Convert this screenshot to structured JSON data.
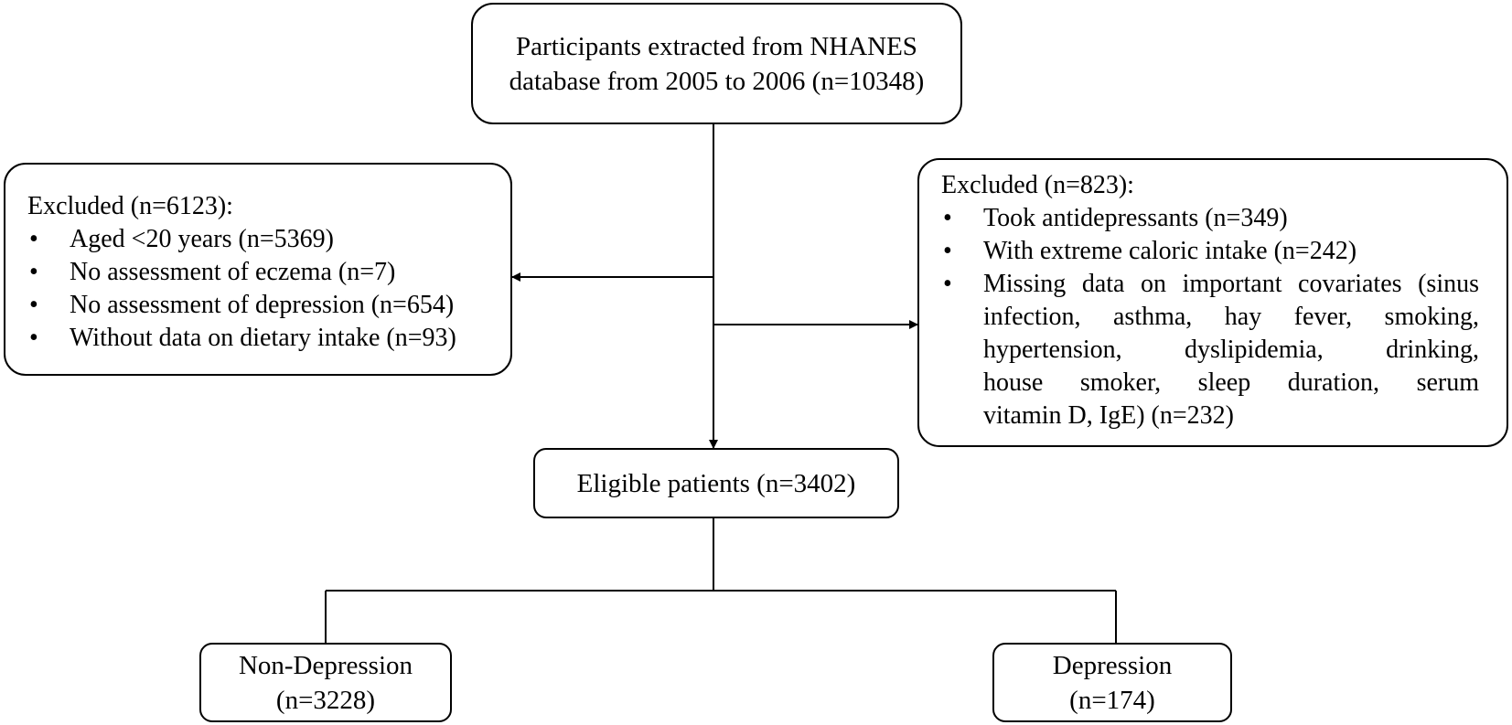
{
  "top_box": {
    "line1": "Participants extracted from NHANES",
    "line2": "database from 2005 to 2006 (n=10348)"
  },
  "left_exclusion": {
    "title": "Excluded (n=6123):",
    "items": [
      "Aged <20 years (n=5369)",
      "No assessment of eczema (n=7)",
      "No assessment of depression (n=654)",
      "Without data on dietary intake (n=93)"
    ]
  },
  "right_exclusion": {
    "title": "Excluded (n=823):",
    "items": [
      "Took antidepressants (n=349)",
      "With extreme caloric intake (n=242)"
    ],
    "item3_lines": [
      "Missing data on important covariates (sinus",
      " infection, asthma, hay fever, smoking,",
      "hypertension, dyslipidemia, drinking,",
      "house smoker, sleep duration, serum",
      "vitamin D, IgE) (n=232)"
    ]
  },
  "eligible_box": {
    "label": "Eligible patients (n=3402)"
  },
  "group_left": {
    "line1": "Non-Depression",
    "line2": "(n=3228)"
  },
  "group_right": {
    "line1": "Depression",
    "line2": "(n=174)"
  }
}
